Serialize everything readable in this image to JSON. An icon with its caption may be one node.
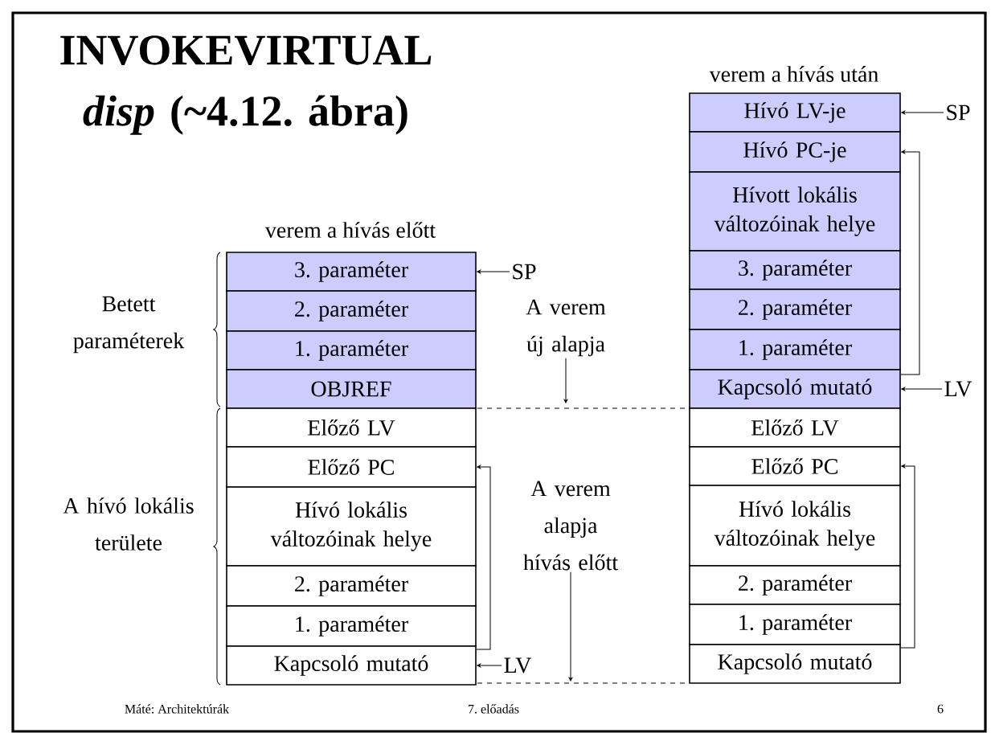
{
  "diagram": {
    "title": "INVOKEVIRTUAL *disp* (~4.12. ábra)",
    "nodes": [
      {
        "text": [
          "3. paraméter"
        ]
      },
      {
        "text": [
          "2. paraméter"
        ]
      },
      {
        "text": [
          "1. paraméter"
        ]
      },
      {
        "text": [
          "OBJREF"
        ]
      },
      {
        "text": [
          "Előző LV"
        ]
      },
      {
        "text": [
          "Előző PC"
        ]
      },
      {
        "text": [
          "Hívó lokális változóinak helye"
        ]
      },
      {
        "text": [
          "2. paraméter"
        ]
      },
      {
        "text": [
          "1. paraméter"
        ]
      },
      {
        "text": [
          "Kapcsoló mutató"
        ]
      },
      {
        "text": [
          "Hívó LV-je"
        ]
      },
      {
        "text": [
          "Hívó PC-je"
        ]
      },
      {
        "text": [
          "Hívott lokális változóinak helye"
        ]
      },
      {
        "text": [
          "3. paraméter"
        ]
      },
      {
        "text": [
          "2. paraméter"
        ]
      },
      {
        "text": [
          "1. paraméter"
        ]
      },
      {
        "text": [
          "Kapcsoló mutató"
        ]
      },
      {
        "text": [
          "Előző LV"
        ]
      },
      {
        "text": [
          "Előző PC"
        ]
      },
      {
        "text": [
          "Hívó lokális változóinak helye"
        ]
      },
      {
        "text": [
          "2. paraméter"
        ]
      },
      {
        "text": [
          "1. paraméter"
        ]
      },
      {
        "text": [
          "Kapcsoló mutató"
        ]
      },
      {
        "text": [
          "SP"
        ]
      },
      {
        "text": [
          "LV"
        ]
      },
      {
        "text": [
          "SP"
        ]
      },
      {
        "text": [
          "LV"
        ]
      },
      {
        "text": [
          "A verem új alapja"
        ]
      },
      {
        "text": [
          "A verem alapja hívás előtt"
        ]
      }
    ],
    "edges": [
      {
        "from": 23,
        "to": 0,
        "arrow": "to"
      },
      {
        "from": 24,
        "to": 9,
        "arrow": "to"
      },
      {
        "from": 9,
        "to": 5,
        "arrow": "to"
      },
      {
        "from": 25,
        "to": 10,
        "arrow": "to"
      },
      {
        "from": 26,
        "to": 16,
        "arrow": "to"
      },
      {
        "from": 16,
        "to": 11,
        "arrow": "to"
      },
      {
        "from": 22,
        "to": 18,
        "arrow": "to"
      },
      {
        "from": 27,
        "to": null,
        "arrow": "to"
      },
      {
        "from": 28,
        "to": null,
        "arrow": "to"
      }
    ],
    "labels": [
      "verem a hívás előtt",
      "verem a hívás után",
      "Betett paraméterek",
      "A hívó lokális területe",
      "Máté: Architektúrák",
      "7. előadás",
      "6"
    ]
  }
}
